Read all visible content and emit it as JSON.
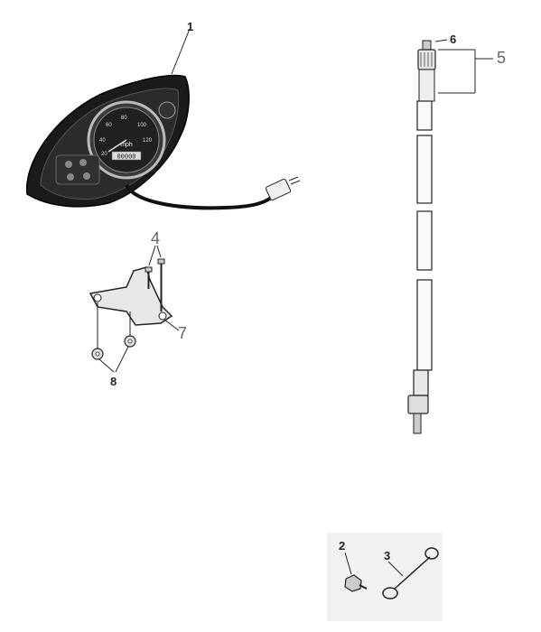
{
  "callouts": {
    "c1": "1",
    "c2": "2",
    "c3": "3",
    "c4": "4",
    "c5": "5",
    "c6": "6",
    "c7": "7",
    "c8": "8"
  },
  "speedometer": {
    "unit": "mph",
    "odometer": "00000",
    "ticks": [
      "20",
      "40",
      "60",
      "80",
      "100",
      "120"
    ]
  },
  "colors": {
    "ink": "#222222",
    "housing": "#1a1a1a",
    "dial": "#2b2b2b",
    "part_fill": "#e8e8e8",
    "inset_bg": "#f2f2f2"
  }
}
